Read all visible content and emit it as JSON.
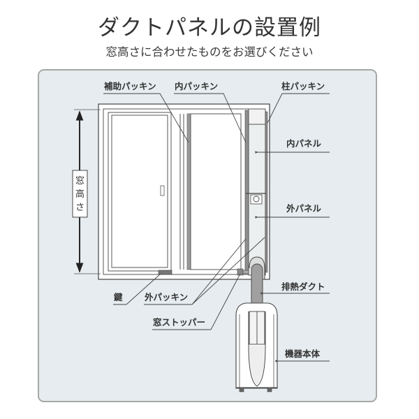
{
  "header": {
    "title": "ダクトパネルの設置例",
    "subtitle": "窓高さに合わせたものをお選びください"
  },
  "colors": {
    "panel_bg": "#e6ecef",
    "panel_border": "#a6a8a4",
    "line": "#444444",
    "gasket_fill": "#9a9a9a",
    "duct_fill": "#a0a0a0",
    "text": "#333333"
  },
  "diagram": {
    "dimension_label": {
      "chars": [
        "窓",
        "高",
        "さ"
      ]
    },
    "labels": {
      "aux_gasket": "補助パッキン",
      "inner_gasket": "内パッキン",
      "pillar_gasket": "柱パッキン",
      "inner_panel": "内パネル",
      "outer_panel": "外パネル",
      "exhaust_duct": "排熱ダクト",
      "key": "鍵",
      "outer_gasket": "外パッキン",
      "window_stopper": "窓ストッパー",
      "unit_body": "機器本体"
    }
  }
}
